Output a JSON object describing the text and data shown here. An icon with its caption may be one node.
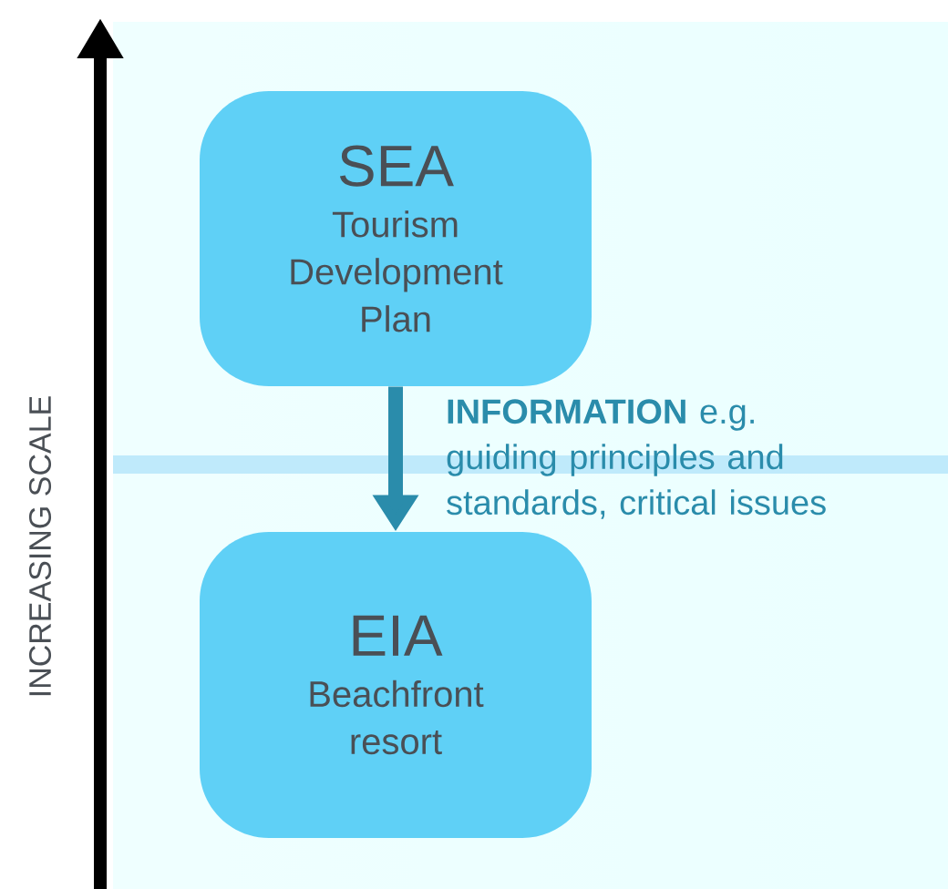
{
  "diagram": {
    "nodes": [
      {
        "text": [
          "SEA",
          "Tourism Development Plan"
        ]
      },
      {
        "text": [
          "EIA",
          "Beachfront resort"
        ]
      }
    ],
    "edges": [
      {
        "from": 0,
        "to": 1,
        "arrow": "to",
        "label": "**INFORMATION** e.g. guiding principles and standards, critical issues"
      }
    ],
    "labels": [
      "INCREASING SCALE"
    ]
  }
}
